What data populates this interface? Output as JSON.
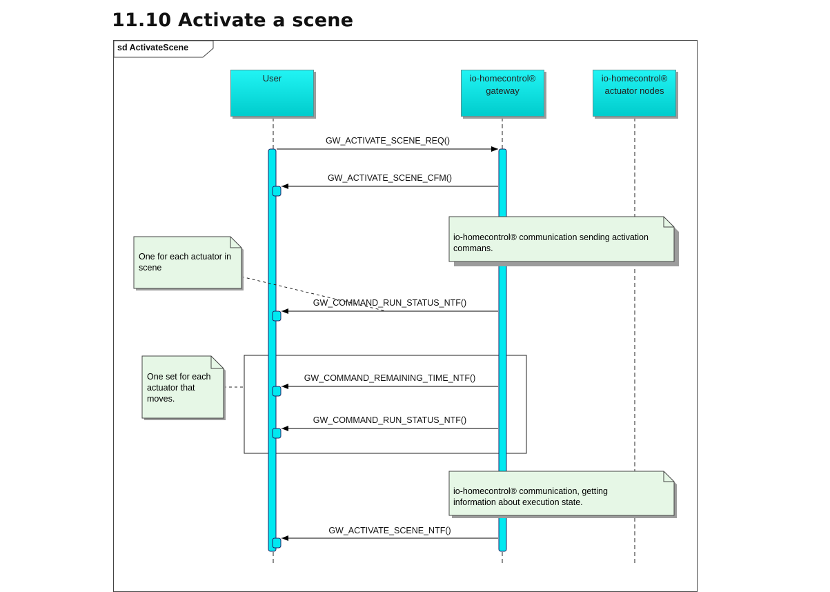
{
  "page": {
    "title": "11.10 Activate a scene"
  },
  "diagram": {
    "frame_label": "sd ActivateScene",
    "lifelines": {
      "user": {
        "label": "User"
      },
      "gateway": {
        "label_line1": "io-homecontrol®",
        "label_line2": "gateway"
      },
      "actuators": {
        "label_line1": "io-homecontrol®",
        "label_line2": "actuator nodes"
      }
    },
    "messages": {
      "m1": "GW_ACTIVATE_SCENE_REQ()",
      "m2": "GW_ACTIVATE_SCENE_CFM()",
      "m3": "GW_COMMAND_RUN_STATUS_NTF()",
      "m4": "GW_COMMAND_REMAINING_TIME_NTF()",
      "m5": "GW_COMMAND_RUN_STATUS_NTF()",
      "m6": "GW_ACTIVATE_SCENE_NTF()"
    },
    "notes": {
      "n1_line1": "io-homecontrol® communication sending activation",
      "n1_line2": "commans.",
      "n2_line1": "One for each actuator in",
      "n2_line2": "scene",
      "n3_line1": "One set for each",
      "n3_line2": "actuator that",
      "n3_line3": "moves.",
      "n4_line1": "io-homecontrol® communication, getting",
      "n4_line2": "information about execution state."
    },
    "colors": {
      "lifeline_head": "#00e0e0",
      "activation_bar": "#00e8f0",
      "note_fill": "#e6f7e6"
    }
  }
}
